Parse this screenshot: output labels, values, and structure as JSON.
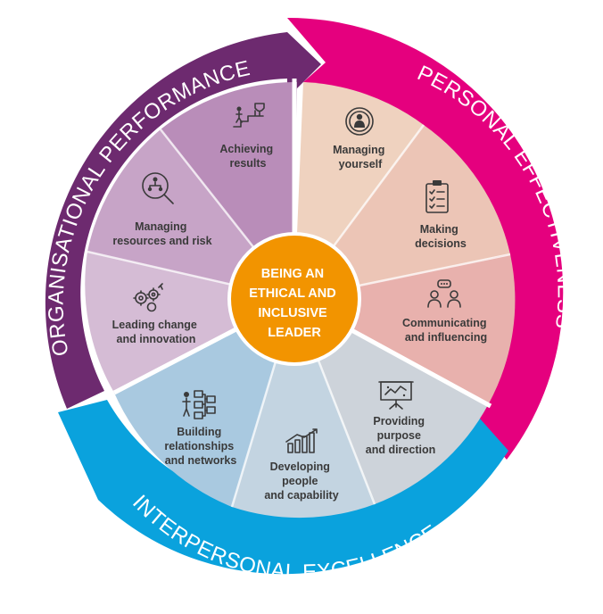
{
  "colors": {
    "organisational": "#6d2a6f",
    "personal": "#e5007e",
    "interpersonal": "#0aa2dd",
    "center": "#f29400",
    "label_text": "#3a3a3a"
  },
  "center": {
    "lines": [
      "BEING AN",
      "ETHICAL AND",
      "INCLUSIVE",
      "LEADER"
    ]
  },
  "ring": {
    "organisational": "ORGANISATIONAL PERFORMANCE",
    "personal": "PERSONAL EFFECTIVENESS",
    "interpersonal": "INTERPERSONAL EXCELLENCE"
  },
  "segments": {
    "achieving_results": {
      "lines": [
        "Achieving",
        "results"
      ],
      "icon": "stairs-trophy-icon"
    },
    "managing_resources": {
      "lines": [
        "Managing",
        "resources and risk"
      ],
      "icon": "magnifier-org-chart-icon"
    },
    "leading_change": {
      "lines": [
        "Leading change",
        "and innovation"
      ],
      "icon": "gears-icon"
    },
    "managing_yourself": {
      "lines": [
        "Managing",
        "yourself"
      ],
      "icon": "person-circle-icon"
    },
    "making_decisions": {
      "lines": [
        "Making",
        "decisions"
      ],
      "icon": "clipboard-checklist-icon"
    },
    "communicating": {
      "lines": [
        "Communicating",
        "and influencing"
      ],
      "icon": "people-speech-icon"
    },
    "building_relationships": {
      "lines": [
        "Building",
        "relationships",
        "and networks"
      ],
      "icon": "network-person-icon"
    },
    "developing_people": {
      "lines": [
        "Developing",
        "people",
        "and capability"
      ],
      "icon": "growth-chart-icon"
    },
    "providing_purpose": {
      "lines": [
        "Providing",
        "purpose",
        "and direction"
      ],
      "icon": "presentation-board-icon"
    }
  }
}
